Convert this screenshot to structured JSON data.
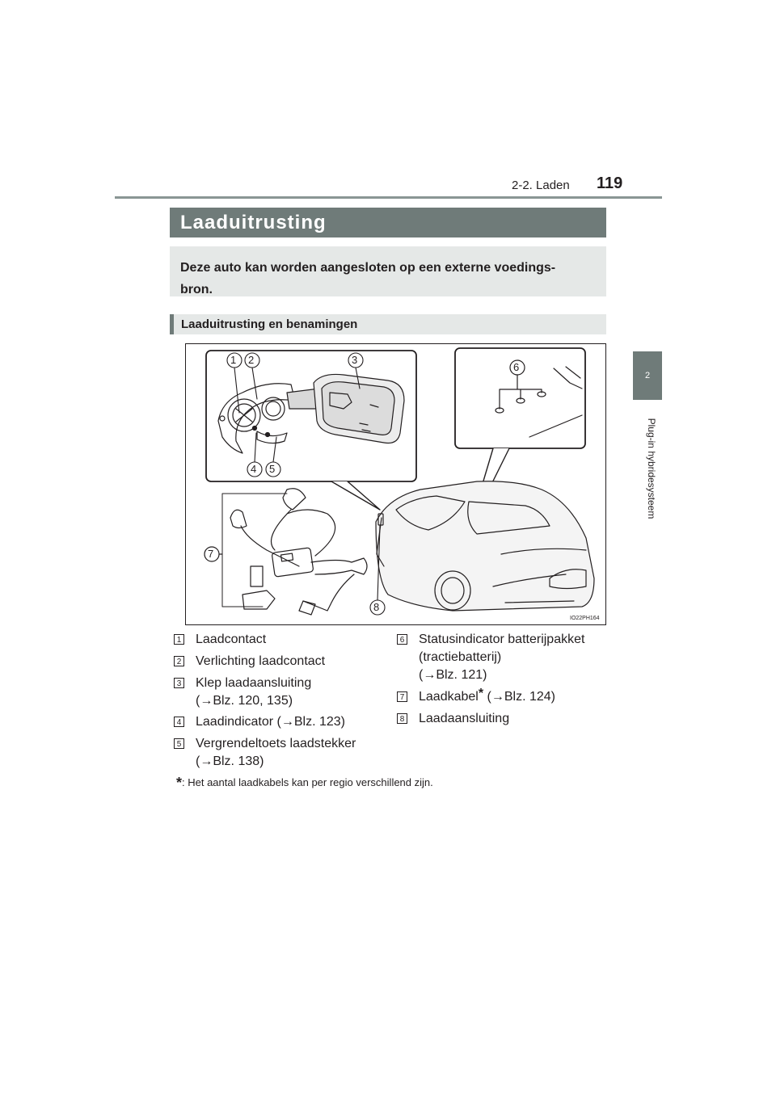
{
  "header": {
    "section": "2-2. Laden",
    "page_number": "119"
  },
  "side_tab": {
    "chapter_number": "2",
    "chapter_title": "Plug-in hybridesysteem"
  },
  "title": "Laaduitrusting",
  "intro": {
    "line1": "Deze auto kan worden aangesloten op een externe voedings-",
    "line2": "bron."
  },
  "subheading": "Laaduitrusting en benamingen",
  "figure": {
    "code": "IO22PH164",
    "callouts": [
      "1",
      "2",
      "3",
      "4",
      "5",
      "6",
      "7",
      "8"
    ]
  },
  "legend_left": [
    {
      "num": "1",
      "lines": [
        "Laadcontact"
      ]
    },
    {
      "num": "2",
      "lines": [
        "Verlichting laadcontact"
      ]
    },
    {
      "num": "3",
      "lines": [
        "Klep laadaansluiting",
        "(→Blz. 120, 135)"
      ]
    },
    {
      "num": "4",
      "lines": [
        "Laadindicator (→Blz. 123)"
      ]
    },
    {
      "num": "5",
      "lines": [
        "Vergrendeltoets laadstekker",
        "(→Blz. 138)"
      ]
    }
  ],
  "legend_right": [
    {
      "num": "6",
      "lines": [
        "Statusindicator batterijpakket",
        "(tractiebatterij)",
        "(→Blz. 121)"
      ]
    },
    {
      "num": "7",
      "label": "Laadkabel",
      "star": "*",
      "suffix": " (→Blz. 124)"
    },
    {
      "num": "8",
      "lines": [
        "Laadaansluiting"
      ]
    }
  ],
  "footnote": {
    "star": "*",
    "text": ": Het aantal laadkabels kan per regio verschillend zijn."
  },
  "colors": {
    "accent_gray": "#6f7b79",
    "light_gray": "#e5e8e7",
    "rule": "#8a9694"
  }
}
